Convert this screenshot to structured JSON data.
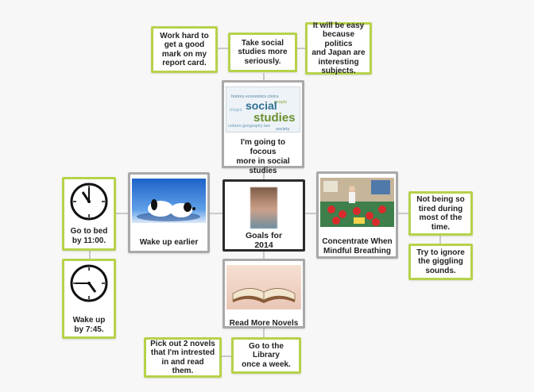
{
  "center": {
    "label": "Goals for\n2014",
    "image": "blurred-portrait"
  },
  "top": {
    "label": "I'm going to focous\nmore in social\nstudies",
    "image_words": [
      "social",
      "studies"
    ],
    "subgoal": "Take social\nstudies more\nseriously.",
    "details": [
      "Work hard to\nget a good\nmark on my\nreport card.",
      "It will be easy\nbecause politics\nand Japan are\ninteresting\nsubjects."
    ]
  },
  "left": {
    "label": "Wake up earlier",
    "image": "snoopy-sleeping",
    "details": [
      {
        "label": "Go to bed\nby 11:00.",
        "clock": "11:00"
      },
      {
        "label": "Wake up\nby 7:45.",
        "clock": "7:45"
      }
    ]
  },
  "right": {
    "label": "Concentrate When\nMindful Breathing",
    "image": "classroom",
    "details": [
      "Not being so\ntired during\nmost of the\ntime.",
      "Try to ignore\nthe giggling\nsounds."
    ]
  },
  "bottom": {
    "label": "Read More Novels",
    "image": "open-book",
    "details": [
      "Go to the Library\nonce a week.",
      "Pick out 2 novels\nthat I'm intrested\nin and read them."
    ]
  },
  "colors": {
    "green_border": "#b6d24a",
    "grey_border": "#a9a9a9",
    "center_border": "#2b2b2b",
    "connector": "#c9c9c9"
  }
}
